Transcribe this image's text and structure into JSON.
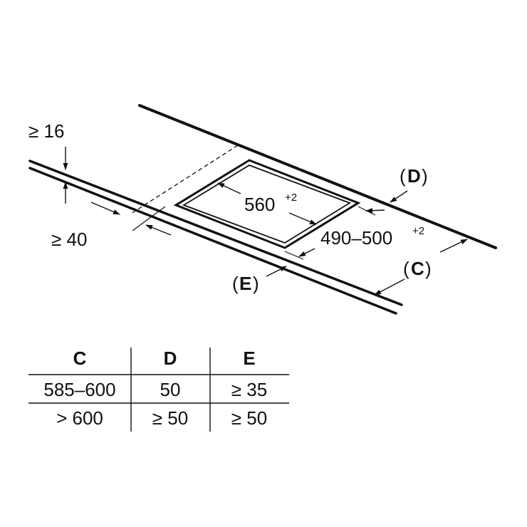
{
  "labels": {
    "min_thickness": "≥ 16",
    "front_distance": "≥ 40",
    "cutout_width": "560",
    "cutout_width_tol": "+2",
    "cutout_depth": "490–500",
    "cutout_depth_tol": "+2",
    "d_open": "(",
    "d_letter": "D",
    "d_close": ")",
    "c_open": "(",
    "c_letter": "C",
    "c_close": ")",
    "e_open": "(",
    "e_letter": "E",
    "e_close": ")"
  },
  "table": {
    "headers": [
      "C",
      "D",
      "E"
    ],
    "rows": [
      [
        "585–600",
        "50",
        "≥ 35"
      ],
      [
        "> 600",
        "≥ 50",
        "≥ 50"
      ]
    ]
  }
}
